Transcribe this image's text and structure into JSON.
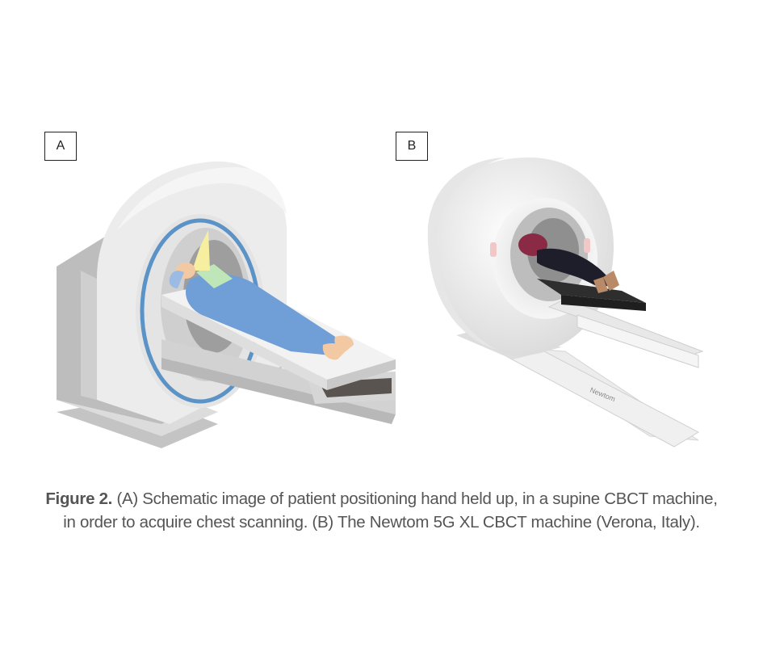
{
  "panels": {
    "a": {
      "label": "A"
    },
    "b": {
      "label": "B"
    }
  },
  "device_b": {
    "brand_text": "Newtom"
  },
  "caption": {
    "figure_number": "Figure 2.",
    "line1": " (A) Schematic image of patient positioning hand held up, in a supine CBCT machine,",
    "line2": "in order to acquire chest scanning. (B) The Newtom 5G XL CBCT machine (Verona, Italy)."
  },
  "colors": {
    "gantry_ring": "#5b93c7",
    "patient_gown": "#6f9fd6",
    "skin": "#f3c9a3",
    "scanner_light": "#e3e3e3",
    "scanner_dark": "#a6a6a6",
    "couch_pad": "#2e2e2e",
    "caption_text": "#555555"
  }
}
